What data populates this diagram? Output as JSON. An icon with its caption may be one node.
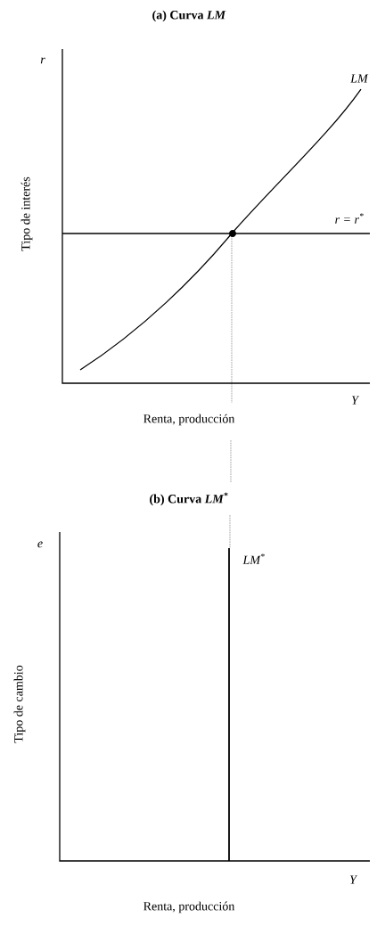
{
  "diagram": {
    "labels": [
      "(a) Curva *LM*",
      "r",
      "LM",
      "r = r$^{*}$",
      "Tipo de interés",
      "Y",
      "Renta, producción",
      "(b) Curva *LM*$^{*}$",
      "e",
      "LM$^{*}$",
      "Tipo de cambio",
      "Y",
      "Renta, producción"
    ]
  }
}
